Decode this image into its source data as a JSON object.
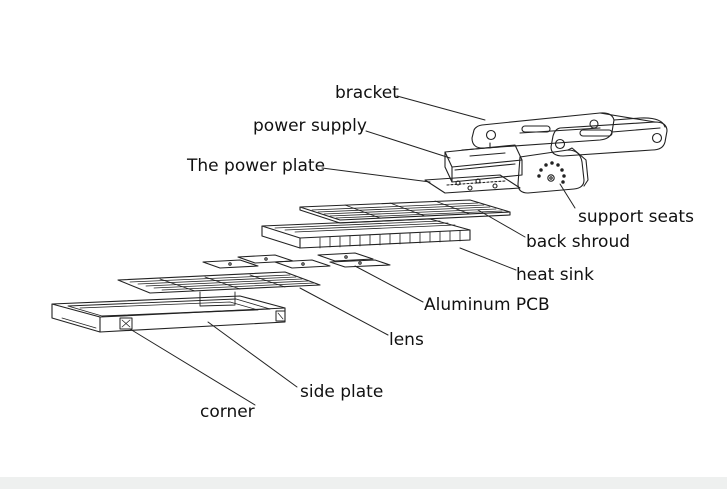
{
  "diagram": {
    "labels": {
      "bracket": "bracket",
      "power_supply": "power supply",
      "power_plate": "The power plate",
      "support_seats": "support seats",
      "back_shroud": "back shroud",
      "heat_sink": "heat sink",
      "aluminum_pcb": "Aluminum PCB",
      "lens": "lens",
      "side_plate": "side plate",
      "corner": "corner"
    }
  },
  "colors": {
    "line": "#222222",
    "background": "#ffffff",
    "bottom_band": "#eef0ef"
  }
}
